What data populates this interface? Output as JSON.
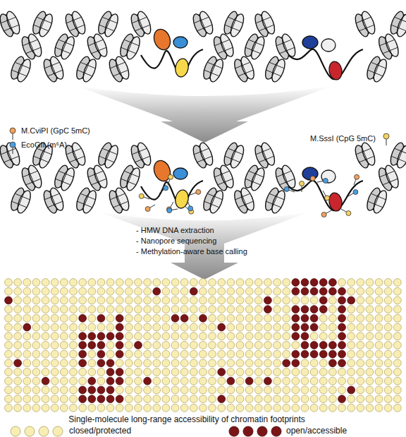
{
  "diagram": {
    "caption": "Single-molecule long-range accessibility of chromatin footprints",
    "labels": [
      "- HMW DNA extraction",
      "- Nanopore sequencing",
      "- Methylation-aware base calling"
    ],
    "legend": [
      {
        "text": "M.CviPI (GpC 5mC)",
        "color": "#f2a25c"
      },
      {
        "text": "EcoGII (m⁶A)",
        "color": "#4a9fe0"
      },
      {
        "text": "M.SssI (CpG 5mC)",
        "color": "#f4d462"
      },
      {
        "text": "closed/protected",
        "color": "#f8eeb4"
      },
      {
        "text": "open/accessible",
        "color": "#7a1517"
      }
    ]
  }
}
